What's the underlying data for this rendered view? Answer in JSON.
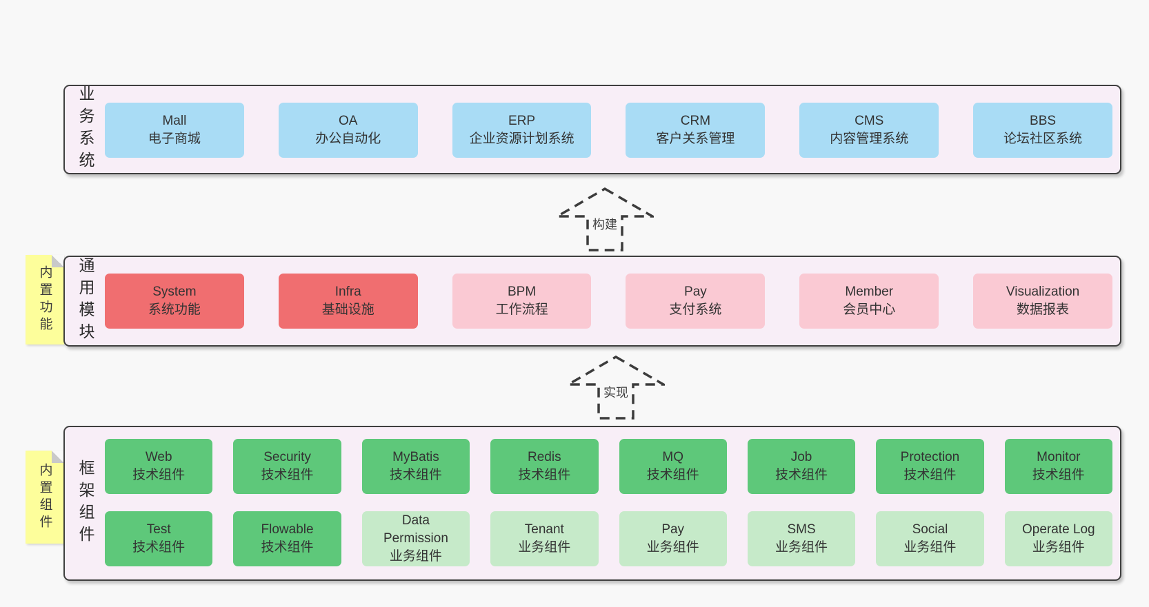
{
  "colors": {
    "page_bg": "#f8f8f8",
    "layer_bg": "#f8eef7",
    "layer_border": "#3f3f3f",
    "business_box": "#a9dcf5",
    "core_module_box": "#f06e70",
    "optional_module_box": "#fac9d3",
    "tech_component_box": "#5ec87a",
    "biz_component_box": "#c6eac9",
    "sticky_note": "#fdfe9b",
    "note_fold": "#c9c9c9",
    "text": "#333333"
  },
  "layers": [
    {
      "label": "业务系统",
      "boxes": [
        {
          "en": "Mall",
          "zh": "电子商城"
        },
        {
          "en": "OA",
          "zh": "办公自动化"
        },
        {
          "en": "ERP",
          "zh": "企业资源计划系统"
        },
        {
          "en": "CRM",
          "zh": "客户关系管理"
        },
        {
          "en": "CMS",
          "zh": "内容管理系统"
        },
        {
          "en": "BBS",
          "zh": "论坛社区系统"
        }
      ]
    },
    {
      "label": "通用模块",
      "note": "内置功能",
      "boxes": [
        {
          "en": "System",
          "zh": "系统功能"
        },
        {
          "en": "Infra",
          "zh": "基础设施"
        },
        {
          "en": "BPM",
          "zh": "工作流程"
        },
        {
          "en": "Pay",
          "zh": "支付系统"
        },
        {
          "en": "Member",
          "zh": "会员中心"
        },
        {
          "en": "Visualization",
          "zh": "数据报表"
        }
      ]
    },
    {
      "label": "框架组件",
      "note": "内置组件",
      "rows": [
        [
          {
            "en": "Web",
            "zh": "技术组件"
          },
          {
            "en": "Security",
            "zh": "技术组件"
          },
          {
            "en": "MyBatis",
            "zh": "技术组件"
          },
          {
            "en": "Redis",
            "zh": "技术组件"
          },
          {
            "en": "MQ",
            "zh": "技术组件"
          },
          {
            "en": "Job",
            "zh": "技术组件"
          },
          {
            "en": "Protection",
            "zh": "技术组件"
          },
          {
            "en": "Monitor",
            "zh": "技术组件"
          }
        ],
        [
          {
            "en": "Test",
            "zh": "技术组件"
          },
          {
            "en": "Flowable",
            "zh": "技术组件"
          },
          {
            "en": "Data Permission",
            "zh": "业务组件"
          },
          {
            "en": "Tenant",
            "zh": "业务组件"
          },
          {
            "en": "Pay",
            "zh": "业务组件"
          },
          {
            "en": "SMS",
            "zh": "业务组件"
          },
          {
            "en": "Social",
            "zh": "业务组件"
          },
          {
            "en": "Operate Log",
            "zh": "业务组件"
          }
        ]
      ]
    }
  ],
  "arrows": [
    {
      "label": "构建"
    },
    {
      "label": "实现"
    }
  ]
}
